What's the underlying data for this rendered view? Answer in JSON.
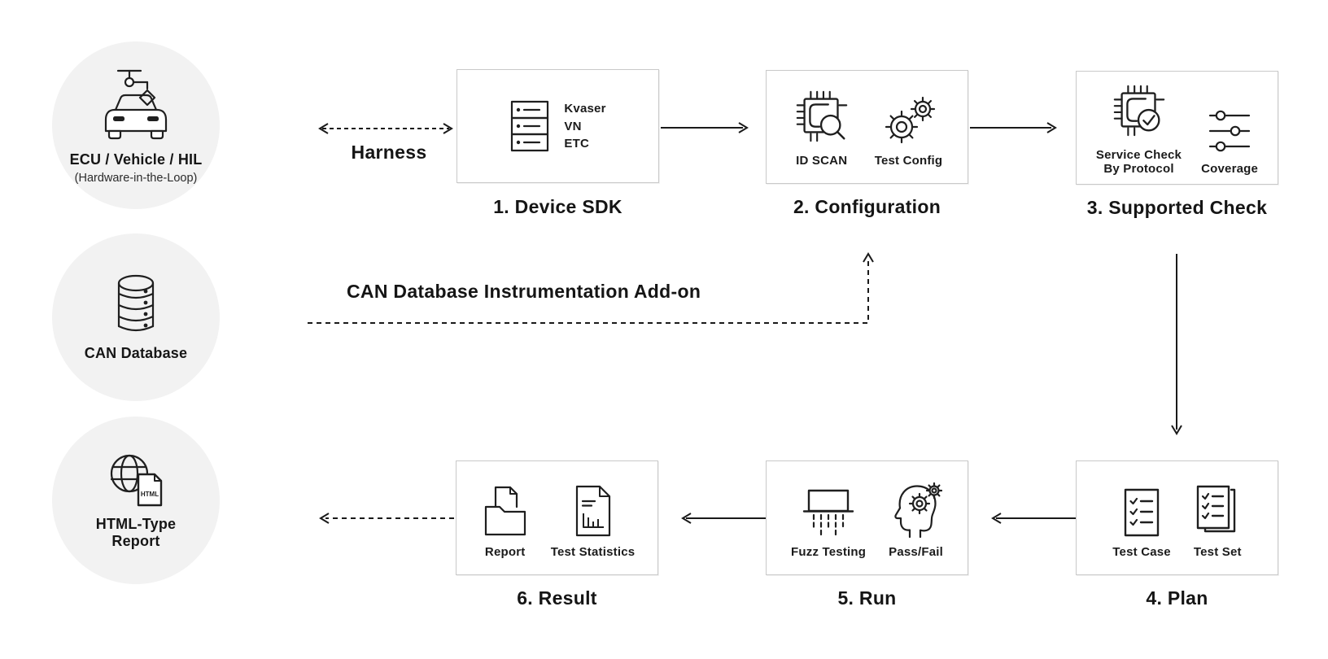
{
  "palette": {
    "ink": "#1a1a1a",
    "circle_bg": "#f2f2f2",
    "box_border": "#c9c9c9"
  },
  "sources": [
    {
      "icon": "car-hil-icon",
      "label": "ECU / Vehicle / HIL",
      "sublabel": "(Hardware-in-the-Loop)"
    },
    {
      "icon": "database-icon",
      "label": "CAN Database"
    },
    {
      "icon": "globe-html-icon",
      "label": "HTML-Type",
      "label2": "Report",
      "doc_text": "HTML"
    }
  ],
  "connectors": {
    "harness_label": "Harness",
    "can_db_label": "CAN Database Instrumentation Add-on"
  },
  "steps": [
    {
      "title": "1. Device SDK",
      "icon": "server-rack-icon",
      "devices": [
        "Kvaser",
        "VN",
        "ETC"
      ]
    },
    {
      "title": "2. Configuration",
      "items": [
        {
          "icon": "chip-scan-icon",
          "label": "ID SCAN"
        },
        {
          "icon": "gears-icon",
          "label": "Test Config"
        }
      ]
    },
    {
      "title": "3. Supported Check",
      "items": [
        {
          "icon": "chip-check-icon",
          "label": "Service Check",
          "label2": "By Protocol"
        },
        {
          "icon": "sliders-icon",
          "label": "Coverage"
        }
      ]
    },
    {
      "title": "4. Plan",
      "items": [
        {
          "icon": "checklist-icon",
          "label": "Test Case"
        },
        {
          "icon": "checklist-stack-icon",
          "label": "Test Set"
        }
      ]
    },
    {
      "title": "5. Run",
      "items": [
        {
          "icon": "fuzz-rain-icon",
          "label": "Fuzz Testing"
        },
        {
          "icon": "head-gears-icon",
          "label": "Pass/Fail"
        }
      ]
    },
    {
      "title": "6. Result",
      "items": [
        {
          "icon": "folder-doc-icon",
          "label": "Report"
        },
        {
          "icon": "doc-chart-icon",
          "label": "Test Statistics"
        }
      ]
    }
  ]
}
